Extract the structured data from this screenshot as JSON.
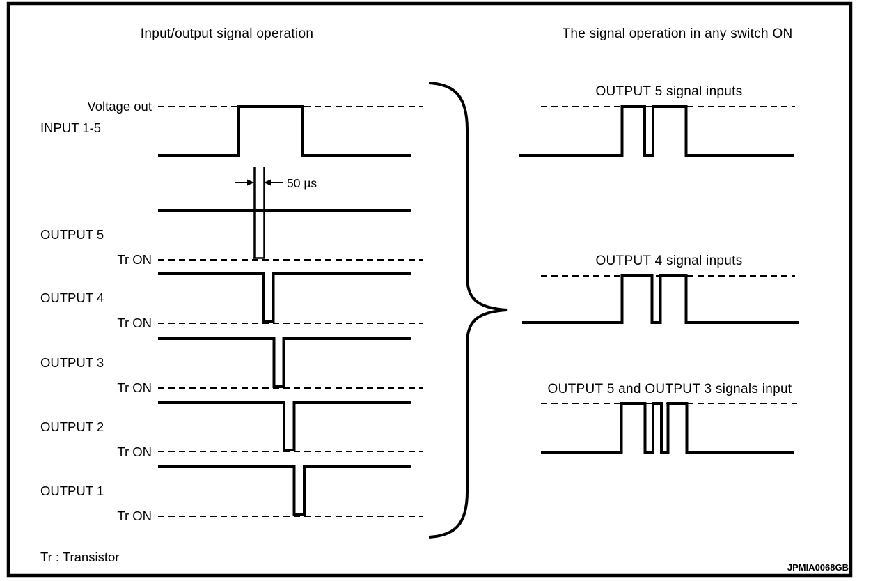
{
  "left_panel": {
    "title": "Input/output signal operation",
    "voltage_label": "Voltage out",
    "input_label": "INPUT 1-5",
    "pulse_width": "50 µs",
    "outputs": [
      {
        "label": "OUTPUT 5",
        "state": "Tr ON"
      },
      {
        "label": "OUTPUT 4",
        "state": "Tr ON"
      },
      {
        "label": "OUTPUT 3",
        "state": "Tr ON"
      },
      {
        "label": "OUTPUT 2",
        "state": "Tr ON"
      },
      {
        "label": "OUTPUT 1",
        "state": "Tr ON"
      }
    ],
    "footnote": "Tr : Transistor"
  },
  "right_panel": {
    "title": "The signal operation in any switch ON",
    "groups": [
      {
        "title": "OUTPUT 5 signal inputs"
      },
      {
        "title": "OUTPUT 4 signal inputs"
      },
      {
        "title": "OUTPUT 5 and OUTPUT 3 signals input"
      }
    ]
  },
  "watermark": "JPMIA0068GB",
  "colors": {
    "line": "#000000",
    "background": "#ffffff"
  }
}
